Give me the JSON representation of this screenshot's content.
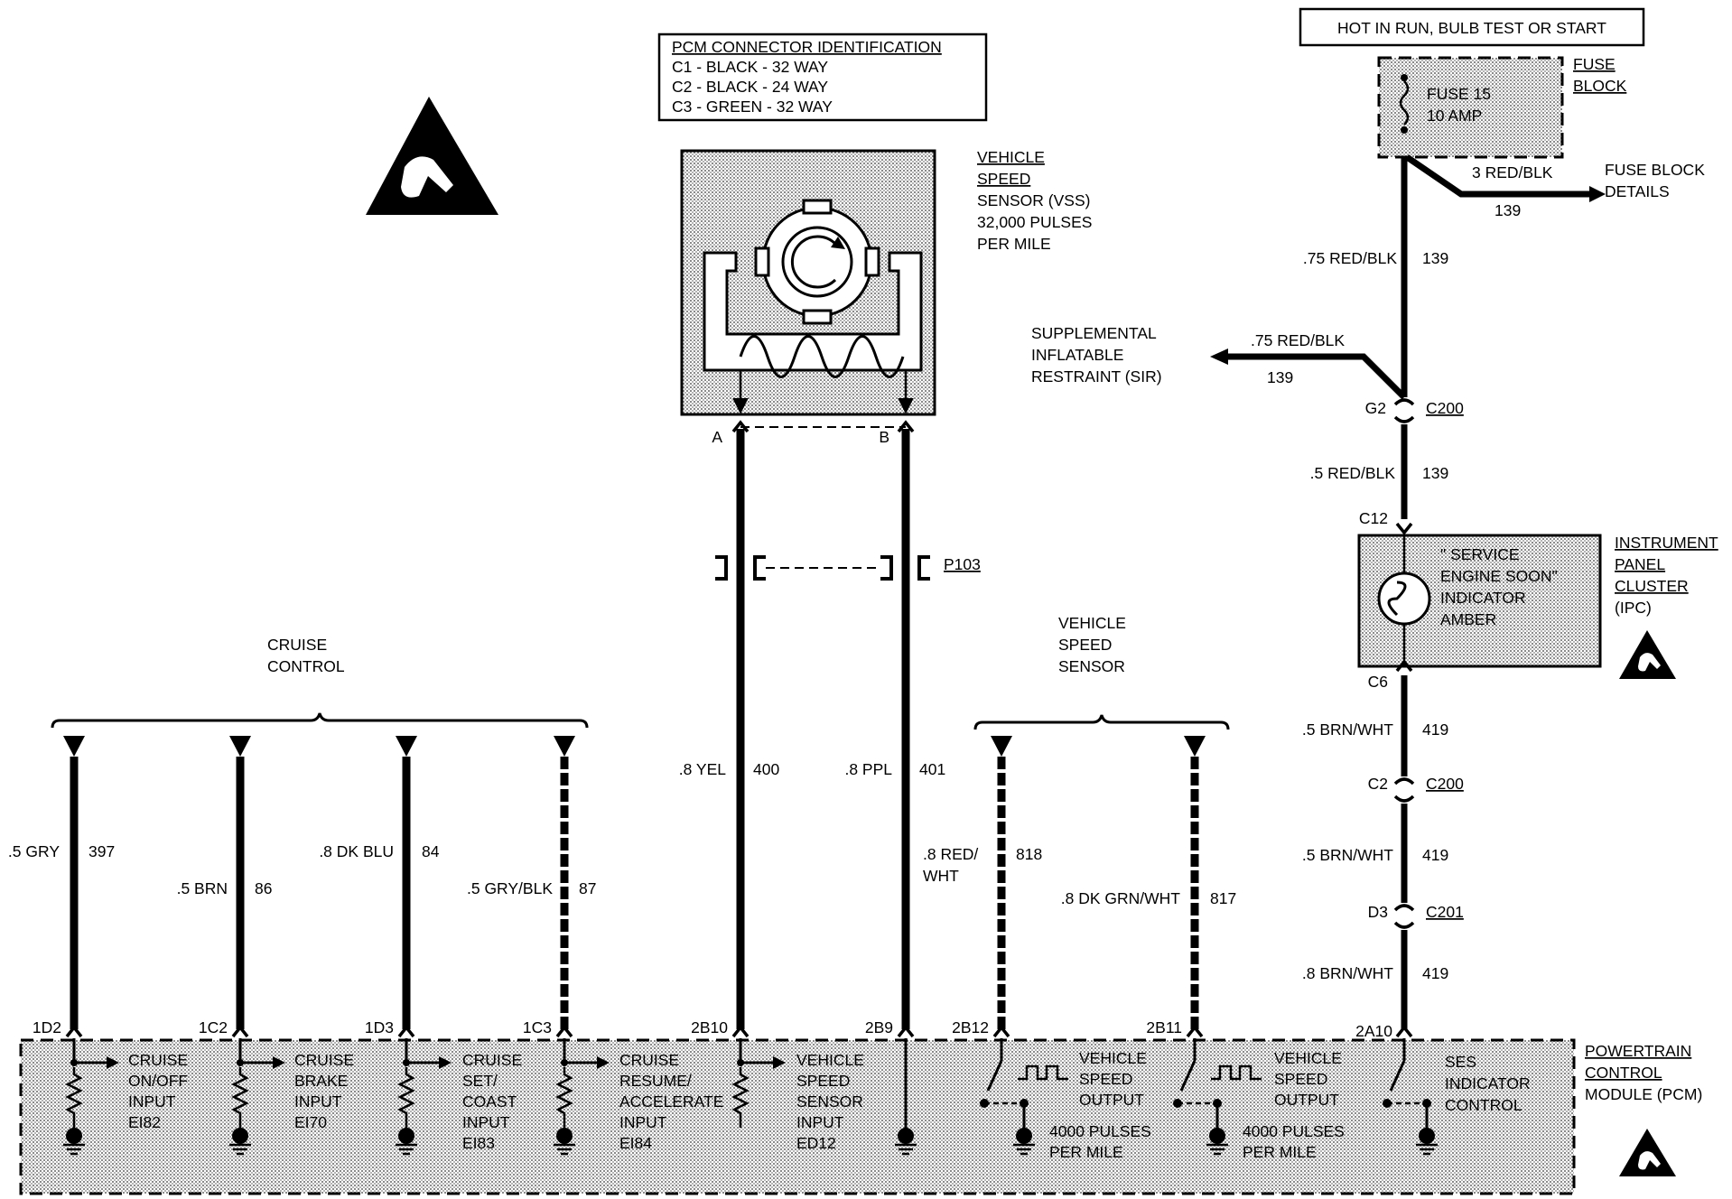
{
  "header": {
    "power_label": "HOT IN RUN, BULB TEST OR START",
    "connector_id_title": "PCM CONNECTOR IDENTIFICATION",
    "connector_id_lines": [
      "C1 - BLACK - 32 WAY",
      "C2 - BLACK - 24 WAY",
      "C3 - GREEN - 32 WAY"
    ]
  },
  "fuse_block": {
    "name_lines": [
      "FUSE",
      "BLOCK"
    ],
    "fuse_lines": [
      "FUSE 15",
      "10 AMP"
    ],
    "details_lines": [
      "FUSE BLOCK",
      "DETAILS"
    ],
    "details_wire": "3 RED/BLK",
    "details_circuit": "139"
  },
  "vss": {
    "name_lines": [
      "VEHICLE",
      "SPEED",
      "SENSOR (VSS)"
    ],
    "spec_lines": [
      "32,000 PULSES",
      "PER MILE"
    ],
    "pin_a": "A",
    "pin_b": "B"
  },
  "sir": {
    "name_lines": [
      "SUPPLEMENTAL",
      "INFLATABLE",
      "RESTRAINT (SIR)"
    ],
    "wire": ".75 RED/BLK",
    "circuit": "139"
  },
  "power_feed": {
    "wire_top": ".75 RED/BLK",
    "circuit_top": "139",
    "pin_c200_top": "G2",
    "conn_c200_top": "C200",
    "wire_mid": ".5 RED/BLK",
    "circuit_mid": "139",
    "pin_ipc_in": "C12"
  },
  "ipc": {
    "indicator_lines": [
      "\" SERVICE",
      "ENGINE SOON\"",
      "INDICATOR",
      "AMBER"
    ],
    "name_lines": [
      "INSTRUMENT",
      "PANEL",
      "CLUSTER",
      "(IPC)"
    ],
    "pin_out": "C6"
  },
  "ses_feed": {
    "wire_1": ".5 BRN/WHT",
    "circuit_1": "419",
    "pin_c200": "C2",
    "conn_c200": "C200",
    "wire_2": ".5 BRN/WHT",
    "circuit_2": "419",
    "pin_c201": "D3",
    "conn_c201": "C201",
    "wire_3": ".8 BRN/WHT",
    "circuit_3": "419",
    "pin_pcm": "2A10"
  },
  "p103": {
    "label": "P103"
  },
  "cruise_group": {
    "label_lines": [
      "CRUISE",
      "CONTROL"
    ]
  },
  "vss_group": {
    "label_lines": [
      "VEHICLE",
      "SPEED",
      "SENSOR"
    ]
  },
  "circuits": [
    {
      "wire": ".5 GRY",
      "circuit": "397",
      "pin": "1D2",
      "func_lines": [
        "CRUISE",
        "ON/OFF",
        "INPUT",
        "EI82"
      ]
    },
    {
      "wire": ".5 BRN",
      "circuit": "86",
      "pin": "1C2",
      "func_lines": [
        "CRUISE",
        "BRAKE",
        "INPUT",
        "EI70"
      ]
    },
    {
      "wire": ".8 DK BLU",
      "circuit": "84",
      "pin": "1D3",
      "func_lines": [
        "CRUISE",
        "SET/",
        "COAST",
        "INPUT",
        "EI83"
      ]
    },
    {
      "wire": ".5 GRY/BLK",
      "circuit": "87",
      "pin": "1C3",
      "func_lines": [
        "CRUISE",
        "RESUME/",
        "ACCELERATE",
        "INPUT",
        "EI84"
      ]
    },
    {
      "wire": ".8 YEL",
      "circuit": "400",
      "pin": "2B10",
      "func_lines": [
        "VEHICLE",
        "SPEED",
        "SENSOR",
        "INPUT",
        "ED12"
      ]
    },
    {
      "wire": ".8 PPL",
      "circuit": "401",
      "pin": "2B9",
      "func_lines": []
    },
    {
      "wire_lines": [
        ".8 RED/",
        "WHT"
      ],
      "circuit": "818",
      "pin": "2B12",
      "func_lines": [
        "VEHICLE",
        "SPEED",
        "OUTPUT"
      ],
      "pulse_lines": [
        "4000 PULSES",
        "PER MILE"
      ]
    },
    {
      "wire": ".8 DK GRN/WHT",
      "circuit": "817",
      "pin": "2B11",
      "func_lines": [
        "VEHICLE",
        "SPEED",
        "OUTPUT"
      ],
      "pulse_lines": [
        "4000 PULSES",
        "PER MILE"
      ]
    },
    {
      "pin": "2A10",
      "func_lines": [
        "SES",
        "INDICATOR",
        "CONTROL"
      ]
    }
  ],
  "pcm": {
    "name_lines": [
      "POWERTRAIN",
      "CONTROL",
      "MODULE (PCM)"
    ]
  }
}
